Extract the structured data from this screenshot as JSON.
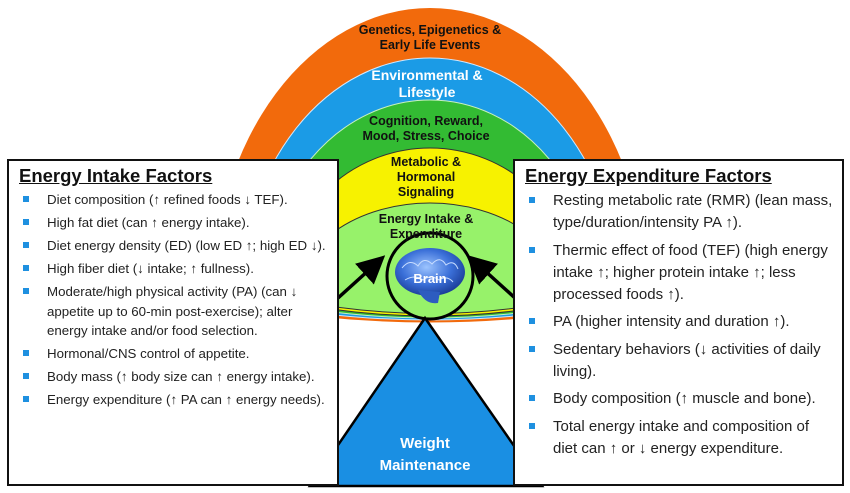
{
  "rings": [
    {
      "label": "Genetics, Epigenetics & Early Life Events",
      "lines": [
        "Genetics, Epigenetics &",
        "Early Life Events"
      ],
      "color": "#f26a0c"
    },
    {
      "label": "Environmental & Lifestyle",
      "lines": [
        "Environmental &",
        "Lifestyle"
      ],
      "color": "#1b9be6"
    },
    {
      "label": "Cognition, Reward, Mood, Stress, Choice",
      "lines": [
        "Cognition, Reward,",
        "Mood, Stress, Choice"
      ],
      "color": "#33bb33"
    },
    {
      "label": "Metabolic & Hormonal Signaling",
      "lines": [
        "Metabolic &",
        "Hormonal",
        "Signaling"
      ],
      "color": "#f7f200"
    },
    {
      "label": "Energy Intake & Expenditure",
      "lines": [
        "Energy Intake &",
        "Expenditure"
      ],
      "color": "#97f26a"
    }
  ],
  "brain": {
    "label": "Brain"
  },
  "triangle": {
    "lines": [
      "Weight",
      "Maintenance"
    ],
    "color": "#1a8fe3"
  },
  "intake": {
    "title": "Energy Intake Factors",
    "items": [
      "Diet composition (↑ refined foods ↓ TEF).",
      "High fat diet (can ↑ energy intake).",
      "Diet energy density (ED) (low ED ↑;  high ED ↓).",
      "High fiber diet (↓ intake; ↑  fullness).",
      "Moderate/high physical activity  (PA) (can ↓ appetite up to 60-min post-exercise); alter energy intake and/or food selection.",
      "Hormonal/CNS control of appetite.",
      "Body mass (↑ body size can ↑ energy intake).",
      "Energy expenditure (↑ PA can ↑ energy needs)."
    ]
  },
  "expenditure": {
    "title": "Energy Expenditure Factors",
    "items": [
      "Resting metabolic rate (RMR) (lean mass, type/duration/intensity PA ↑).",
      "Thermic effect of food (TEF) (high energy intake ↑; higher protein intake ↑;  less processed foods ↑).",
      "PA (higher intensity and duration ↑).",
      "Sedentary behaviors (↓ activities of daily living).",
      "Body composition (↑ muscle and bone).",
      "Total energy intake and composition of diet can ↑ or ↓ energy expenditure."
    ]
  }
}
